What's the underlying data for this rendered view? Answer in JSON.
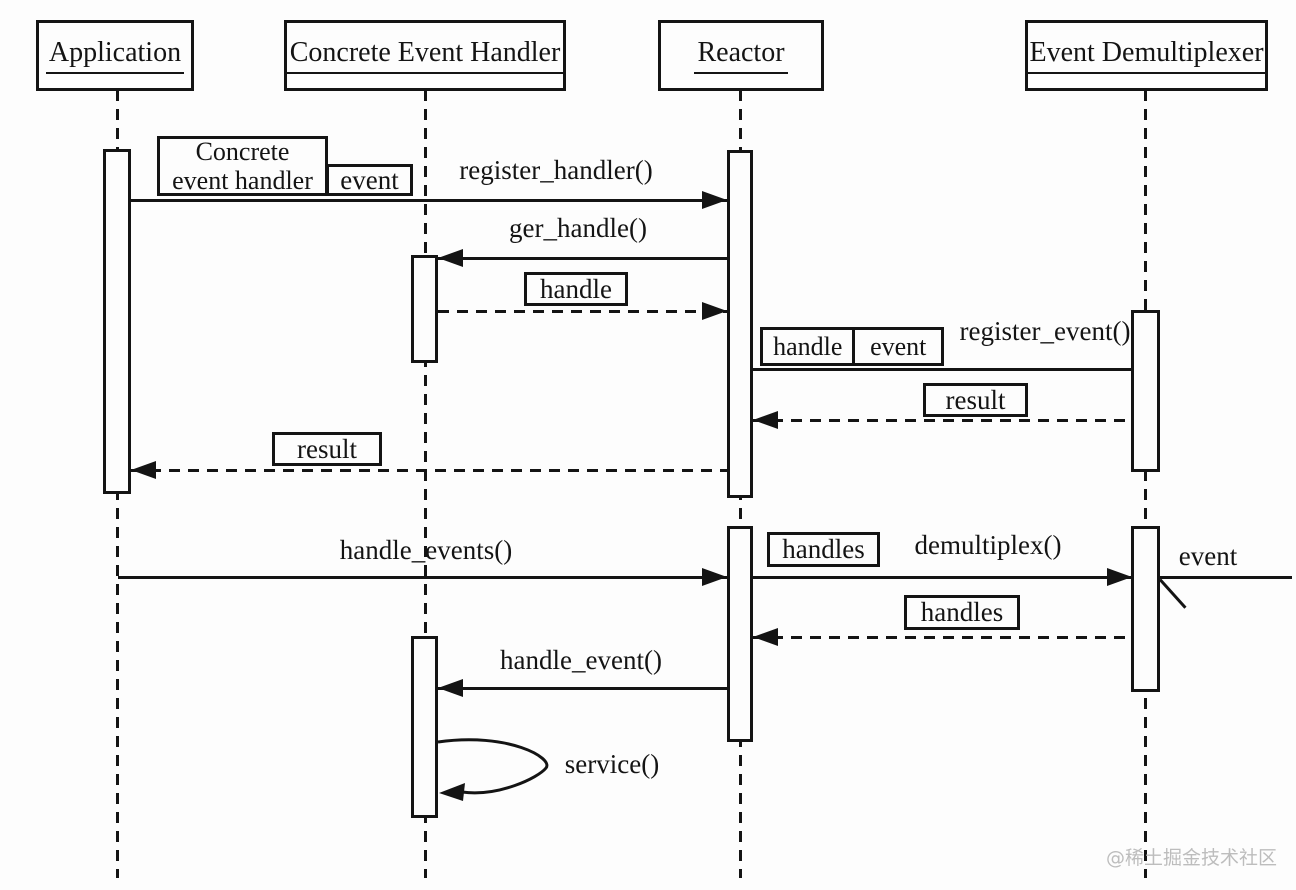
{
  "diagram": {
    "actors": [
      {
        "label": "Application"
      },
      {
        "label": "Concrete Event Handler"
      },
      {
        "label": "Reactor"
      },
      {
        "label": "Event Demultiplexer"
      }
    ],
    "messages": {
      "register_handler": "register_handler()",
      "ger_handle": "ger_handle()",
      "register_event": "register_event()",
      "handle_events": "handle_events()",
      "demultiplex": "demultiplex()",
      "handle_event": "handle_event()",
      "service": "service()",
      "event_in": "event"
    },
    "label_boxes": {
      "handle": "handle",
      "result_demux": "result",
      "result_app": "result",
      "handles_call": "handles",
      "handles_return": "handles"
    },
    "param_boxes": {
      "concrete_line1": "Concrete",
      "concrete_line2": "event handler",
      "event": "event",
      "handle_event_cell1": "handle",
      "handle_event_cell2": "event"
    },
    "watermark": "@稀土掘金技术社区"
  }
}
